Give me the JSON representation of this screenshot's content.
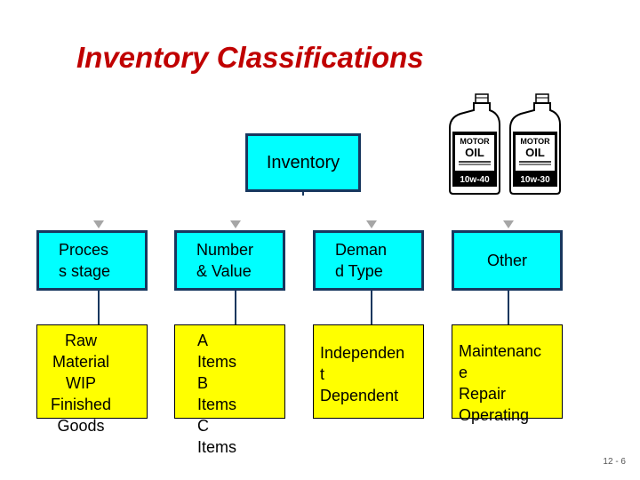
{
  "title": "Inventory Classifications",
  "root_label": "Inventory",
  "categories": [
    {
      "label": "Proces\ns stage",
      "items": "Raw\nMaterial\nWIP\nFinished\nGoods"
    },
    {
      "label": "Number\n& Value",
      "items": "A\nItems\nB\nItems\nC\nItems"
    },
    {
      "label": "Deman\nd Type",
      "items": "Independen\nt\nDependent"
    },
    {
      "label": "Other",
      "items": "Maintenanc\ne\nRepair\nOperating"
    }
  ],
  "bottles": [
    {
      "line1": "MOTOR",
      "line2": "OIL",
      "grade": "10w-40"
    },
    {
      "line1": "MOTOR",
      "line2": "OIL",
      "grade": "10w-30"
    }
  ],
  "slide_number": "12 - 6",
  "colors": {
    "title": "#c00000",
    "box_fill": "#00ffff",
    "box_border": "#17375e",
    "leaf_fill": "#ffff00"
  }
}
